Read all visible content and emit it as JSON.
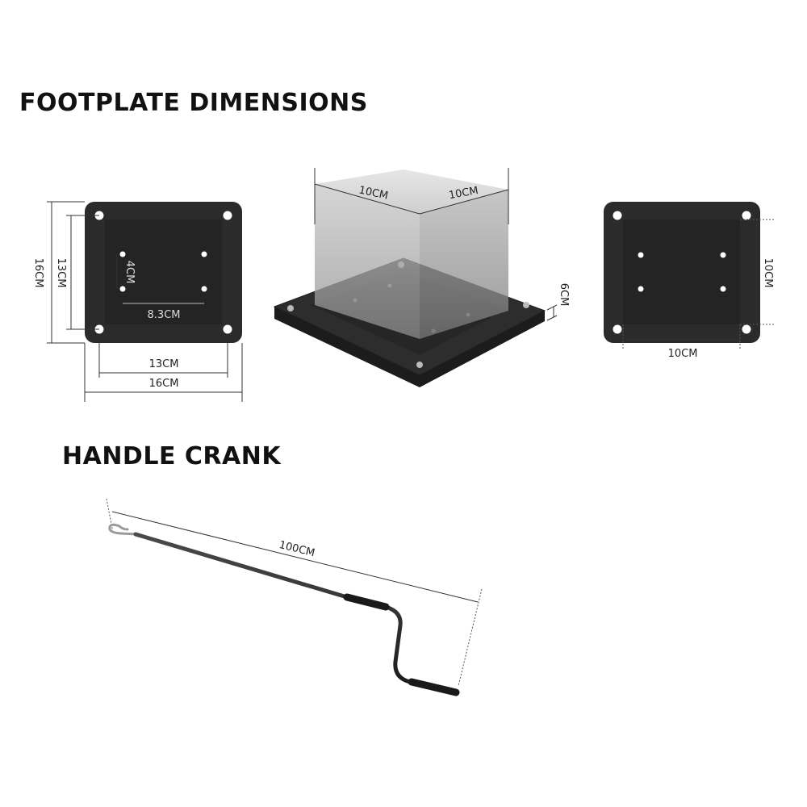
{
  "headings": {
    "footplate": "FOOTPLATE DIMENSIONS",
    "crank": "HANDLE CRANK"
  },
  "front_view": {
    "outer_height": "16CM",
    "inner_height": "13CM",
    "hole_spacing_v": "4CM",
    "hole_spacing_h": "8.3CM",
    "inner_width": "13CM",
    "outer_width": "16CM"
  },
  "iso_view": {
    "post_left": "10CM",
    "post_right": "10CM",
    "thickness": "6CM"
  },
  "back_view": {
    "inner_height": "10CM",
    "inner_width": "10CM"
  },
  "crank": {
    "length": "100CM"
  },
  "colors": {
    "plate": "#2b2b2b",
    "plate_inner": "#242424",
    "post": "#9a9a9a",
    "text": "#111111"
  }
}
